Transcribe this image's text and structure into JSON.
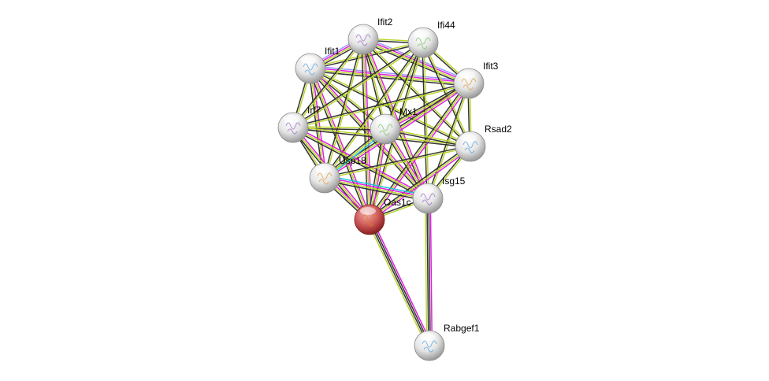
{
  "network": {
    "nodes": [
      {
        "id": "Ifit2",
        "label": "Ifit2",
        "query": false
      },
      {
        "id": "Ifi44",
        "label": "Ifi44",
        "query": false
      },
      {
        "id": "Ifit1",
        "label": "Ifit1",
        "query": false
      },
      {
        "id": "Ifit3",
        "label": "Ifit3",
        "query": false
      },
      {
        "id": "Irf7",
        "label": "Irf7",
        "query": false
      },
      {
        "id": "Mx1",
        "label": "Mx1",
        "query": false
      },
      {
        "id": "Rsad2",
        "label": "Rsad2",
        "query": false
      },
      {
        "id": "Usp18",
        "label": "Usp18",
        "query": false
      },
      {
        "id": "Isg15",
        "label": "Isg15",
        "query": false
      },
      {
        "id": "Oas1c",
        "label": "Oas1c",
        "query": true
      },
      {
        "id": "Rabgef1",
        "label": "Rabgef1",
        "query": false
      }
    ],
    "edge_colors": {
      "homology": "#9a9aff",
      "database": "#22c4e0",
      "experiments": "#e020e0",
      "coexpression": "#333333",
      "textmining": "#b9d62a"
    },
    "node_colors": {
      "default": "#d8d8d8",
      "query": "#c84a4a"
    },
    "edges": [
      [
        "Ifit1",
        "Ifit2",
        [
          "homology",
          "experiments",
          "textmining",
          "coexpression"
        ]
      ],
      [
        "Ifit1",
        "Ifit3",
        [
          "homology",
          "experiments",
          "textmining",
          "coexpression"
        ]
      ],
      [
        "Ifit2",
        "Ifit3",
        [
          "homology",
          "experiments",
          "textmining",
          "coexpression"
        ]
      ],
      [
        "Ifit2",
        "Ifi44",
        [
          "textmining",
          "coexpression"
        ]
      ],
      [
        "Ifi44",
        "Ifit3",
        [
          "textmining",
          "coexpression"
        ]
      ],
      [
        "Ifit1",
        "Ifi44",
        [
          "textmining",
          "coexpression"
        ]
      ],
      [
        "Ifit1",
        "Irf7",
        [
          "textmining",
          "coexpression"
        ]
      ],
      [
        "Ifit1",
        "Mx1",
        [
          "textmining",
          "coexpression"
        ]
      ],
      [
        "Ifit1",
        "Rsad2",
        [
          "textmining",
          "coexpression"
        ]
      ],
      [
        "Ifit1",
        "Usp18",
        [
          "experiments",
          "textmining",
          "coexpression"
        ]
      ],
      [
        "Ifit1",
        "Isg15",
        [
          "experiments",
          "textmining",
          "coexpression"
        ]
      ],
      [
        "Ifit1",
        "Oas1c",
        [
          "experiments",
          "textmining",
          "coexpression"
        ]
      ],
      [
        "Ifit2",
        "Irf7",
        [
          "textmining",
          "coexpression"
        ]
      ],
      [
        "Ifit2",
        "Mx1",
        [
          "textmining",
          "coexpression"
        ]
      ],
      [
        "Ifit2",
        "Rsad2",
        [
          "textmining",
          "coexpression"
        ]
      ],
      [
        "Ifit2",
        "Usp18",
        [
          "textmining",
          "coexpression"
        ]
      ],
      [
        "Ifit2",
        "Isg15",
        [
          "experiments",
          "textmining",
          "coexpression"
        ]
      ],
      [
        "Ifit2",
        "Oas1c",
        [
          "experiments",
          "textmining",
          "coexpression"
        ]
      ],
      [
        "Ifi44",
        "Irf7",
        [
          "textmining",
          "coexpression"
        ]
      ],
      [
        "Ifi44",
        "Mx1",
        [
          "textmining",
          "coexpression"
        ]
      ],
      [
        "Ifi44",
        "Rsad2",
        [
          "textmining",
          "coexpression"
        ]
      ],
      [
        "Ifi44",
        "Usp18",
        [
          "textmining",
          "coexpression"
        ]
      ],
      [
        "Ifi44",
        "Isg15",
        [
          "textmining",
          "coexpression"
        ]
      ],
      [
        "Ifi44",
        "Oas1c",
        [
          "textmining",
          "coexpression"
        ]
      ],
      [
        "Ifit3",
        "Irf7",
        [
          "textmining",
          "coexpression"
        ]
      ],
      [
        "Ifit3",
        "Mx1",
        [
          "experiments",
          "textmining",
          "coexpression"
        ]
      ],
      [
        "Ifit3",
        "Rsad2",
        [
          "textmining",
          "coexpression"
        ]
      ],
      [
        "Ifit3",
        "Usp18",
        [
          "experiments",
          "textmining",
          "coexpression"
        ]
      ],
      [
        "Ifit3",
        "Isg15",
        [
          "textmining",
          "coexpression"
        ]
      ],
      [
        "Ifit3",
        "Oas1c",
        [
          "experiments",
          "textmining",
          "coexpression"
        ]
      ],
      [
        "Irf7",
        "Mx1",
        [
          "textmining",
          "coexpression"
        ]
      ],
      [
        "Irf7",
        "Rsad2",
        [
          "textmining",
          "coexpression"
        ]
      ],
      [
        "Irf7",
        "Usp18",
        [
          "textmining",
          "coexpression"
        ]
      ],
      [
        "Irf7",
        "Isg15",
        [
          "experiments",
          "textmining",
          "coexpression"
        ]
      ],
      [
        "Irf7",
        "Oas1c",
        [
          "experiments",
          "textmining",
          "coexpression"
        ]
      ],
      [
        "Mx1",
        "Rsad2",
        [
          "textmining",
          "coexpression"
        ]
      ],
      [
        "Mx1",
        "Usp18",
        [
          "database",
          "textmining",
          "coexpression"
        ]
      ],
      [
        "Mx1",
        "Isg15",
        [
          "experiments",
          "textmining",
          "coexpression"
        ]
      ],
      [
        "Mx1",
        "Oas1c",
        [
          "experiments",
          "textmining",
          "coexpression"
        ]
      ],
      [
        "Rsad2",
        "Usp18",
        [
          "textmining",
          "coexpression"
        ]
      ],
      [
        "Rsad2",
        "Isg15",
        [
          "textmining",
          "coexpression"
        ]
      ],
      [
        "Rsad2",
        "Oas1c",
        [
          "experiments",
          "textmining",
          "coexpression"
        ]
      ],
      [
        "Usp18",
        "Isg15",
        [
          "database",
          "experiments",
          "textmining",
          "coexpression"
        ]
      ],
      [
        "Usp18",
        "Oas1c",
        [
          "experiments",
          "textmining",
          "coexpression"
        ]
      ],
      [
        "Isg15",
        "Oas1c",
        [
          "textmining",
          "coexpression"
        ]
      ],
      [
        "Oas1c",
        "Rabgef1",
        [
          "experiments",
          "coexpression",
          "coexpression",
          "textmining"
        ]
      ],
      [
        "Isg15",
        "Rabgef1",
        [
          "experiments",
          "coexpression",
          "coexpression",
          "textmining"
        ]
      ]
    ]
  }
}
